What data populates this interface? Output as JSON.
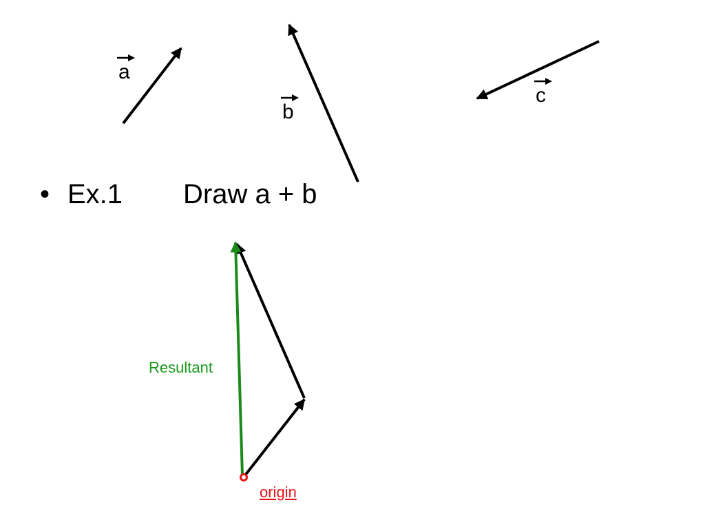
{
  "vector_labels": {
    "a": "a",
    "b": "b",
    "c": "c"
  },
  "bullet": {
    "marker": "•",
    "number": "Ex.1",
    "instruction": "Draw a + b"
  },
  "diagram": {
    "resultant_label": "Resultant",
    "origin_label": "origin"
  },
  "colors": {
    "vector": "#000000",
    "resultant": "#1a8a1a",
    "origin": "#e8141a"
  }
}
